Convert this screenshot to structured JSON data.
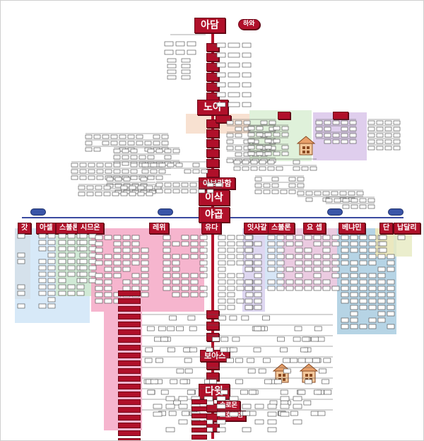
{
  "chart": {
    "trunk_names": {
      "adam": "아담",
      "eve": "하와",
      "noah": "노아",
      "abraham": "아브라함",
      "isaac": "이삭",
      "jacob": "야곱",
      "boaz": "보아스",
      "david": "다윗",
      "solomon": "솔로몬",
      "rehoboam": "르호보암"
    },
    "tribes": [
      {
        "key": "gad",
        "label": "갓"
      },
      {
        "key": "asher",
        "label": "아셀"
      },
      {
        "key": "zebulun",
        "label": "스불론"
      },
      {
        "key": "simeon",
        "label": "시므온"
      },
      {
        "key": "levi",
        "label": "레위"
      },
      {
        "key": "judah",
        "label": "유다"
      },
      {
        "key": "issachar",
        "label": "잇사갈"
      },
      {
        "key": "zebulun2",
        "label": "스불론"
      },
      {
        "key": "joseph",
        "label": "요 셉"
      },
      {
        "key": "benjamin",
        "label": "베냐민"
      },
      {
        "key": "dan",
        "label": "단"
      },
      {
        "key": "naphtali",
        "label": "납달리"
      }
    ],
    "region_colors": {
      "gad": "#f6d7bf",
      "asher": "#c9e2f6",
      "zebulun": "#cfe9cf",
      "levi": "#f4a8c6",
      "judah": "#ffffff",
      "issachar": "#d8d0ee",
      "joseph": "#e7c2dc",
      "benjamin": "#a9cde0",
      "noah_sons_left": "#f7dcc9",
      "noah_sons_mid": "#d9efd4",
      "noah_sons_right": "#d9c6ea",
      "dan": "#f5ebb8",
      "naphtali": "#e8ebc4"
    },
    "accent_red": "#b0102a",
    "trunk_red": "#b3122a"
  }
}
